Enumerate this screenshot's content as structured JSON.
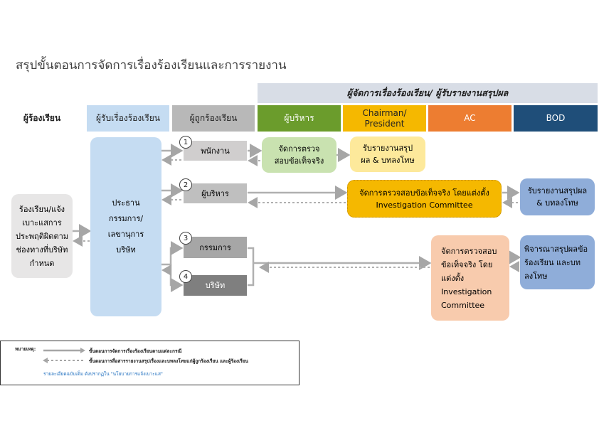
{
  "title": "สรุปขั้นตอนการจัดการเรื่องร้องเรียนและการรายงาน",
  "banner": "ผู้จัดการเรื่องร้องเรียน/ ผู้รับรายงานสรุปผล",
  "headers": {
    "complainant": "ผู้ร้องเรียน",
    "receiver": "ผู้รับเรื่องร้องเรียน",
    "accused": "ผู้ถูกร้องเรียน",
    "executive": "ผู้บริหาร",
    "chairman": "Chairman/ President",
    "ac": "AC",
    "bod": "BOD"
  },
  "complainant_box": "ร้องเรียน/แจ้งเบาะแสการประพฤติผิดตามช่องทางที่บริษัทกำหนด",
  "receiver_box": "ประธานกรรมการ/ เลขานุการบริษัท",
  "accused": {
    "n1": "1",
    "employee": "พนักงาน",
    "n2": "2",
    "executive": "ผู้บริหาร",
    "n3": "3",
    "director": "กรรมการ",
    "n4": "4",
    "company": "บริษัท"
  },
  "actions": {
    "exec_investigate": "จัดการตรวจสอบข้อเท็จจริง",
    "chair_report": "รับรายงานสรุปผล & บทลงโทษ",
    "chair_investigate": "จัดการตรวจสอบข้อเท็จจริง โดยแต่งตั้ง Investigation Committee",
    "bod_report": "รับรายงานสรุปผล & บทลงโทษ",
    "ac_investigate": "จัดการตรวจสอบข้อเท็จจริง โดยแต่งตั้ง Investigation Committee",
    "bod_consider": "พิจารณาสรุปผลข้อร้องเรียน และบทลงโทษ"
  },
  "legend": {
    "label": "หมายเหตุ:",
    "solid": "ขั้นตอนการจัดการเรื่องร้องเรียนตามแต่ละกรณี",
    "dotted": "ขั้นตอนการสื่อสารรายงานสรุปเรื่องและบทลงโทษแก่ผู้ถูกร้องเรียน และผู้ร้องเรียน",
    "note": "รายละเอียดฉบับเต็ม ดังปรากฏใน \"นโยบายการแจ้งเบาะแส\""
  },
  "colors": {
    "banner": "#d8dde6",
    "receiver": "#c5dcf2",
    "accused_hdr": "#b8b8b8",
    "executive": "#6b9c2c",
    "chairman": "#f5b800",
    "ac": "#ed7d31",
    "bod": "#1f4e79",
    "light_green": "#c9e2b0",
    "light_yellow": "#fde99b",
    "light_orange": "#f8cbad",
    "light_blue": "#8fadd9"
  }
}
